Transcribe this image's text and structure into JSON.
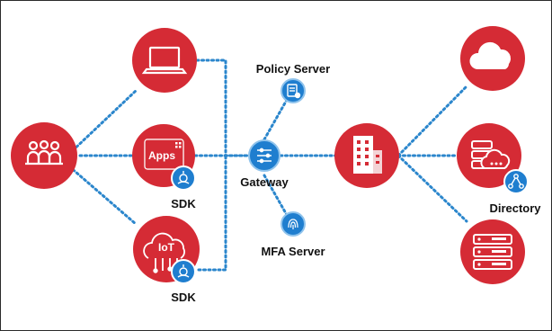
{
  "labels": {
    "policy_server": "Policy Server",
    "gateway": "Gateway",
    "mfa_server": "MFA Server",
    "sdk_apps": "SDK",
    "sdk_iot": "SDK",
    "directory": "Directory",
    "apps_badge": "Apps",
    "iot_badge": "IoT"
  },
  "colors": {
    "brand_red": "#d52b35",
    "dark_red": "#b11e28",
    "gateway_blue": "#1f7ecf",
    "connector_dot": "#2b86cc"
  },
  "nodes": {
    "users": "users-icon",
    "laptop": "laptop-icon",
    "apps": "apps-icon",
    "iot": "iot-cloud-icon",
    "gateway": "gateway-icon",
    "policy": "policy-server-icon",
    "mfa": "mfa-fingerprint-icon",
    "building": "building-icon",
    "cloud": "cloud-icon",
    "database": "database-icon",
    "directory": "directory-icon",
    "server": "server-rack-icon"
  }
}
